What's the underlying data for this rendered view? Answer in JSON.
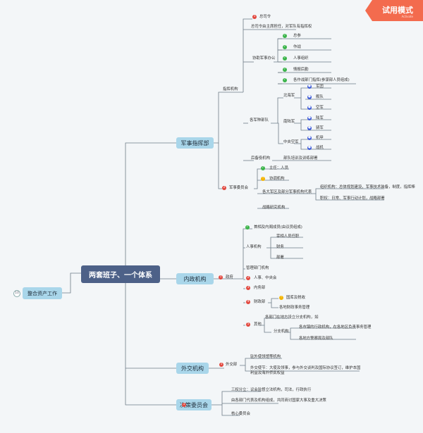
{
  "badge": {
    "title": "试用模式",
    "subtitle": "Activate"
  },
  "root": "两套班子、一个体系",
  "left_node": "整合资产工作",
  "left_toggle": "10",
  "main": {
    "military": "军事指挥部",
    "internal": "内政机构",
    "foreign": "外交机构",
    "council": "决策委员会"
  },
  "military": {
    "c1_label": "指挥机构",
    "commander": "总司令",
    "rank_line": "总司令由主席担任，对军队有指挥权",
    "staff_label": "协助军事办公",
    "staff_items": [
      "总参",
      "作战",
      "人事组织",
      "情报后勤",
      "各作战部门指挥(参谋部人员组成)"
    ],
    "branches_label": "各军种部队",
    "navy": "北海军",
    "navy_items": [
      "军团",
      "舰队",
      "空军"
    ],
    "army": "南陆军",
    "army_items": [
      "陆军",
      "骑军"
    ],
    "air": "中央空军",
    "air_items": [
      "机甲",
      "战机"
    ],
    "reserve_label": "后备役机构",
    "reserve_note": "部队培训及训练部署",
    "council_label": "军事委员会",
    "council_items": [
      "主任：人员",
      "协调机构"
    ],
    "council_members": "各大军区及部分军事机构代表",
    "council_members_sub": [
      "组织机构：总体规划建设，军事技术装备，制度，指挥棒",
      "职权：日常、军事行动计划，战略部署"
    ],
    "council_ext": "战略研究机构"
  },
  "internal": {
    "gov_label": "政府",
    "gov_head": "首相及内阁成员(由议员组成)",
    "members": "人事机构",
    "members_items": [
      "宰相人员任职",
      "财务",
      "部署"
    ],
    "ministries": "管理部门机构",
    "personnel": "人事、中央会",
    "interior": "内务部",
    "finance": "财政部",
    "finance_items": [
      "国库及税收",
      "各地财政事务管理"
    ],
    "other": "其他",
    "other_head": "各部门在地方设立分支机构，如",
    "other_sub": "分支机构",
    "other_items": [
      "各市镇的行政机构，在各地区负责事务管理",
      "各地方警察局及部队"
    ]
  },
  "foreign": {
    "label": "外交部",
    "item1": "驻外使领馆等机构",
    "item2": "外交使节：大使及领事，参与外交谈判及国际协议签订，维护本国利益及海外侨民权益"
  },
  "council": {
    "item1": "三权分立：议会监督立法机构，司法，行政执行",
    "item2": "由各部门代表及机构组成，共同商讨国家大事及重大决策",
    "item3": "核心委员会"
  }
}
